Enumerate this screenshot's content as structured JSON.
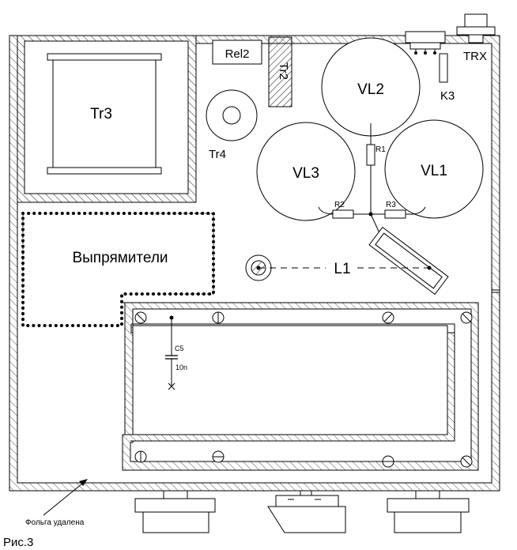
{
  "figure": {
    "caption": "Рис.3",
    "note": "Фольга удалена"
  },
  "components": {
    "tr3": "Tr3",
    "tr4": "Tr4",
    "tr2": "Tr2",
    "rel2": "Rel2",
    "vl1": "VL1",
    "vl2": "VL2",
    "vl3": "VL3",
    "k3": "K3",
    "trx": "TRX",
    "r1": "R1",
    "r2": "R2",
    "r3": "R3",
    "l1": "L1",
    "c5": "C5",
    "c5_value": "10n",
    "rectifiers": "Выпрямители"
  },
  "colors": {
    "line": "#000000",
    "hatch": "#555555",
    "background": "#ffffff"
  }
}
